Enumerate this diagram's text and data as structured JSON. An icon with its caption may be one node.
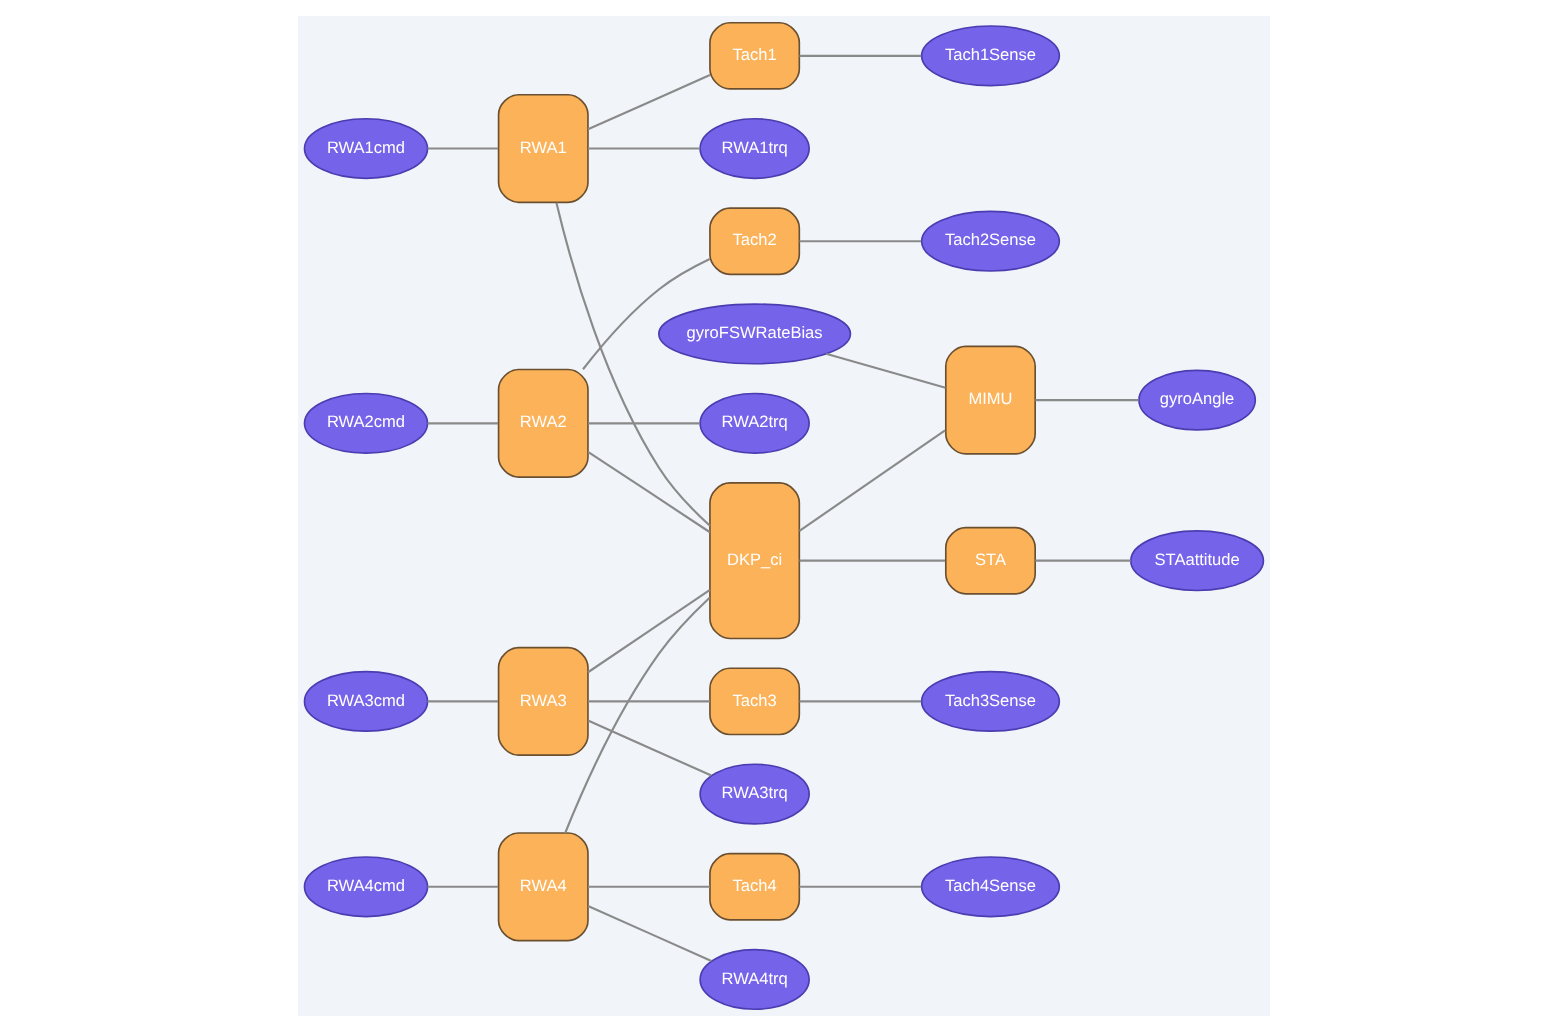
{
  "diagram": {
    "nodes": [
      {
        "text": [
          "RWA1cmd"
        ]
      },
      {
        "text": [
          "RWA1"
        ]
      },
      {
        "text": [
          "Tach1"
        ]
      },
      {
        "text": [
          "Tach1Sense"
        ]
      },
      {
        "text": [
          "RWA1trq"
        ]
      },
      {
        "text": [
          "RWA2cmd"
        ]
      },
      {
        "text": [
          "Tach2"
        ]
      },
      {
        "text": [
          "Tach2Sense"
        ]
      },
      {
        "text": [
          "RWA2"
        ]
      },
      {
        "text": [
          "RWA2trq"
        ]
      },
      {
        "text": [
          "STAattitude"
        ]
      },
      {
        "text": [
          "STA"
        ]
      },
      {
        "text": [
          "DKP_ci"
        ]
      },
      {
        "text": [
          "MIMU"
        ]
      },
      {
        "text": [
          "gyroFSWRateBias"
        ]
      },
      {
        "text": [
          "gyroAngle"
        ]
      },
      {
        "text": [
          "RWA3cmd"
        ]
      },
      {
        "text": [
          "Tach3Sense"
        ]
      },
      {
        "text": [
          "Tach3"
        ]
      },
      {
        "text": [
          "RWA3"
        ]
      },
      {
        "text": [
          "RWA3trq"
        ]
      },
      {
        "text": [
          "RWA4cmd"
        ]
      },
      {
        "text": [
          "Tach4Sense"
        ]
      },
      {
        "text": [
          "Tach4"
        ]
      },
      {
        "text": [
          "RWA4"
        ]
      },
      {
        "text": [
          "RWA4trq"
        ]
      }
    ],
    "edges": [
      {
        "from": 0,
        "to": 1,
        "arrow": "none"
      },
      {
        "from": 1,
        "to": 2,
        "arrow": "none"
      },
      {
        "from": 2,
        "to": 3,
        "arrow": "none"
      },
      {
        "from": 1,
        "to": 4,
        "arrow": "none"
      },
      {
        "from": 1,
        "to": 12,
        "arrow": "none"
      },
      {
        "from": 5,
        "to": 8,
        "arrow": "none"
      },
      {
        "from": 8,
        "to": 6,
        "arrow": "none"
      },
      {
        "from": 6,
        "to": 7,
        "arrow": "none"
      },
      {
        "from": 8,
        "to": 12,
        "arrow": "none"
      },
      {
        "from": 8,
        "to": 9,
        "arrow": "none"
      },
      {
        "from": 12,
        "to": 11,
        "arrow": "none"
      },
      {
        "from": 11,
        "to": 10,
        "arrow": "none"
      },
      {
        "from": 12,
        "to": 13,
        "arrow": "none"
      },
      {
        "from": 14,
        "to": 13,
        "arrow": "none"
      },
      {
        "from": 13,
        "to": 15,
        "arrow": "none"
      },
      {
        "from": 16,
        "to": 19,
        "arrow": "none"
      },
      {
        "from": 19,
        "to": 18,
        "arrow": "none"
      },
      {
        "from": 18,
        "to": 17,
        "arrow": "none"
      },
      {
        "from": 19,
        "to": 20,
        "arrow": "none"
      },
      {
        "from": 19,
        "to": 12,
        "arrow": "none"
      },
      {
        "from": 21,
        "to": 24,
        "arrow": "none"
      },
      {
        "from": 24,
        "to": 23,
        "arrow": "none"
      },
      {
        "from": 23,
        "to": 22,
        "arrow": "none"
      },
      {
        "from": 24,
        "to": 25,
        "arrow": "none"
      },
      {
        "from": 24,
        "to": 12,
        "arrow": "none"
      }
    ]
  }
}
